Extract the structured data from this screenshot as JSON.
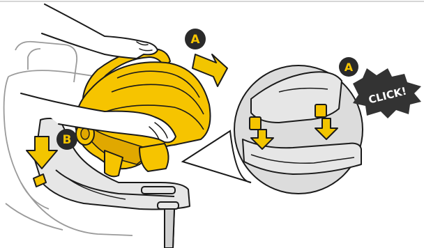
{
  "labels": {
    "badge_a_main": "A",
    "badge_b": "B",
    "badge_a_detail": "A",
    "click": "CLICK!"
  },
  "colors": {
    "shell_yellow": "#F6C400",
    "shell_shadow": "#E0A800",
    "arrow_fill": "#F2C500",
    "badge_dark": "#2a2a2a",
    "outline": "#1a1a1a",
    "grey_fill": "#e6e6e6",
    "detail_fill": "#dcdcdc",
    "starburst": "#333333",
    "top_rule": "#c8c8c8"
  },
  "icons": {
    "step_badge": "circled-letter-icon",
    "push_arrow": "yellow-arrow-icon",
    "click_burst": "starburst-icon"
  }
}
